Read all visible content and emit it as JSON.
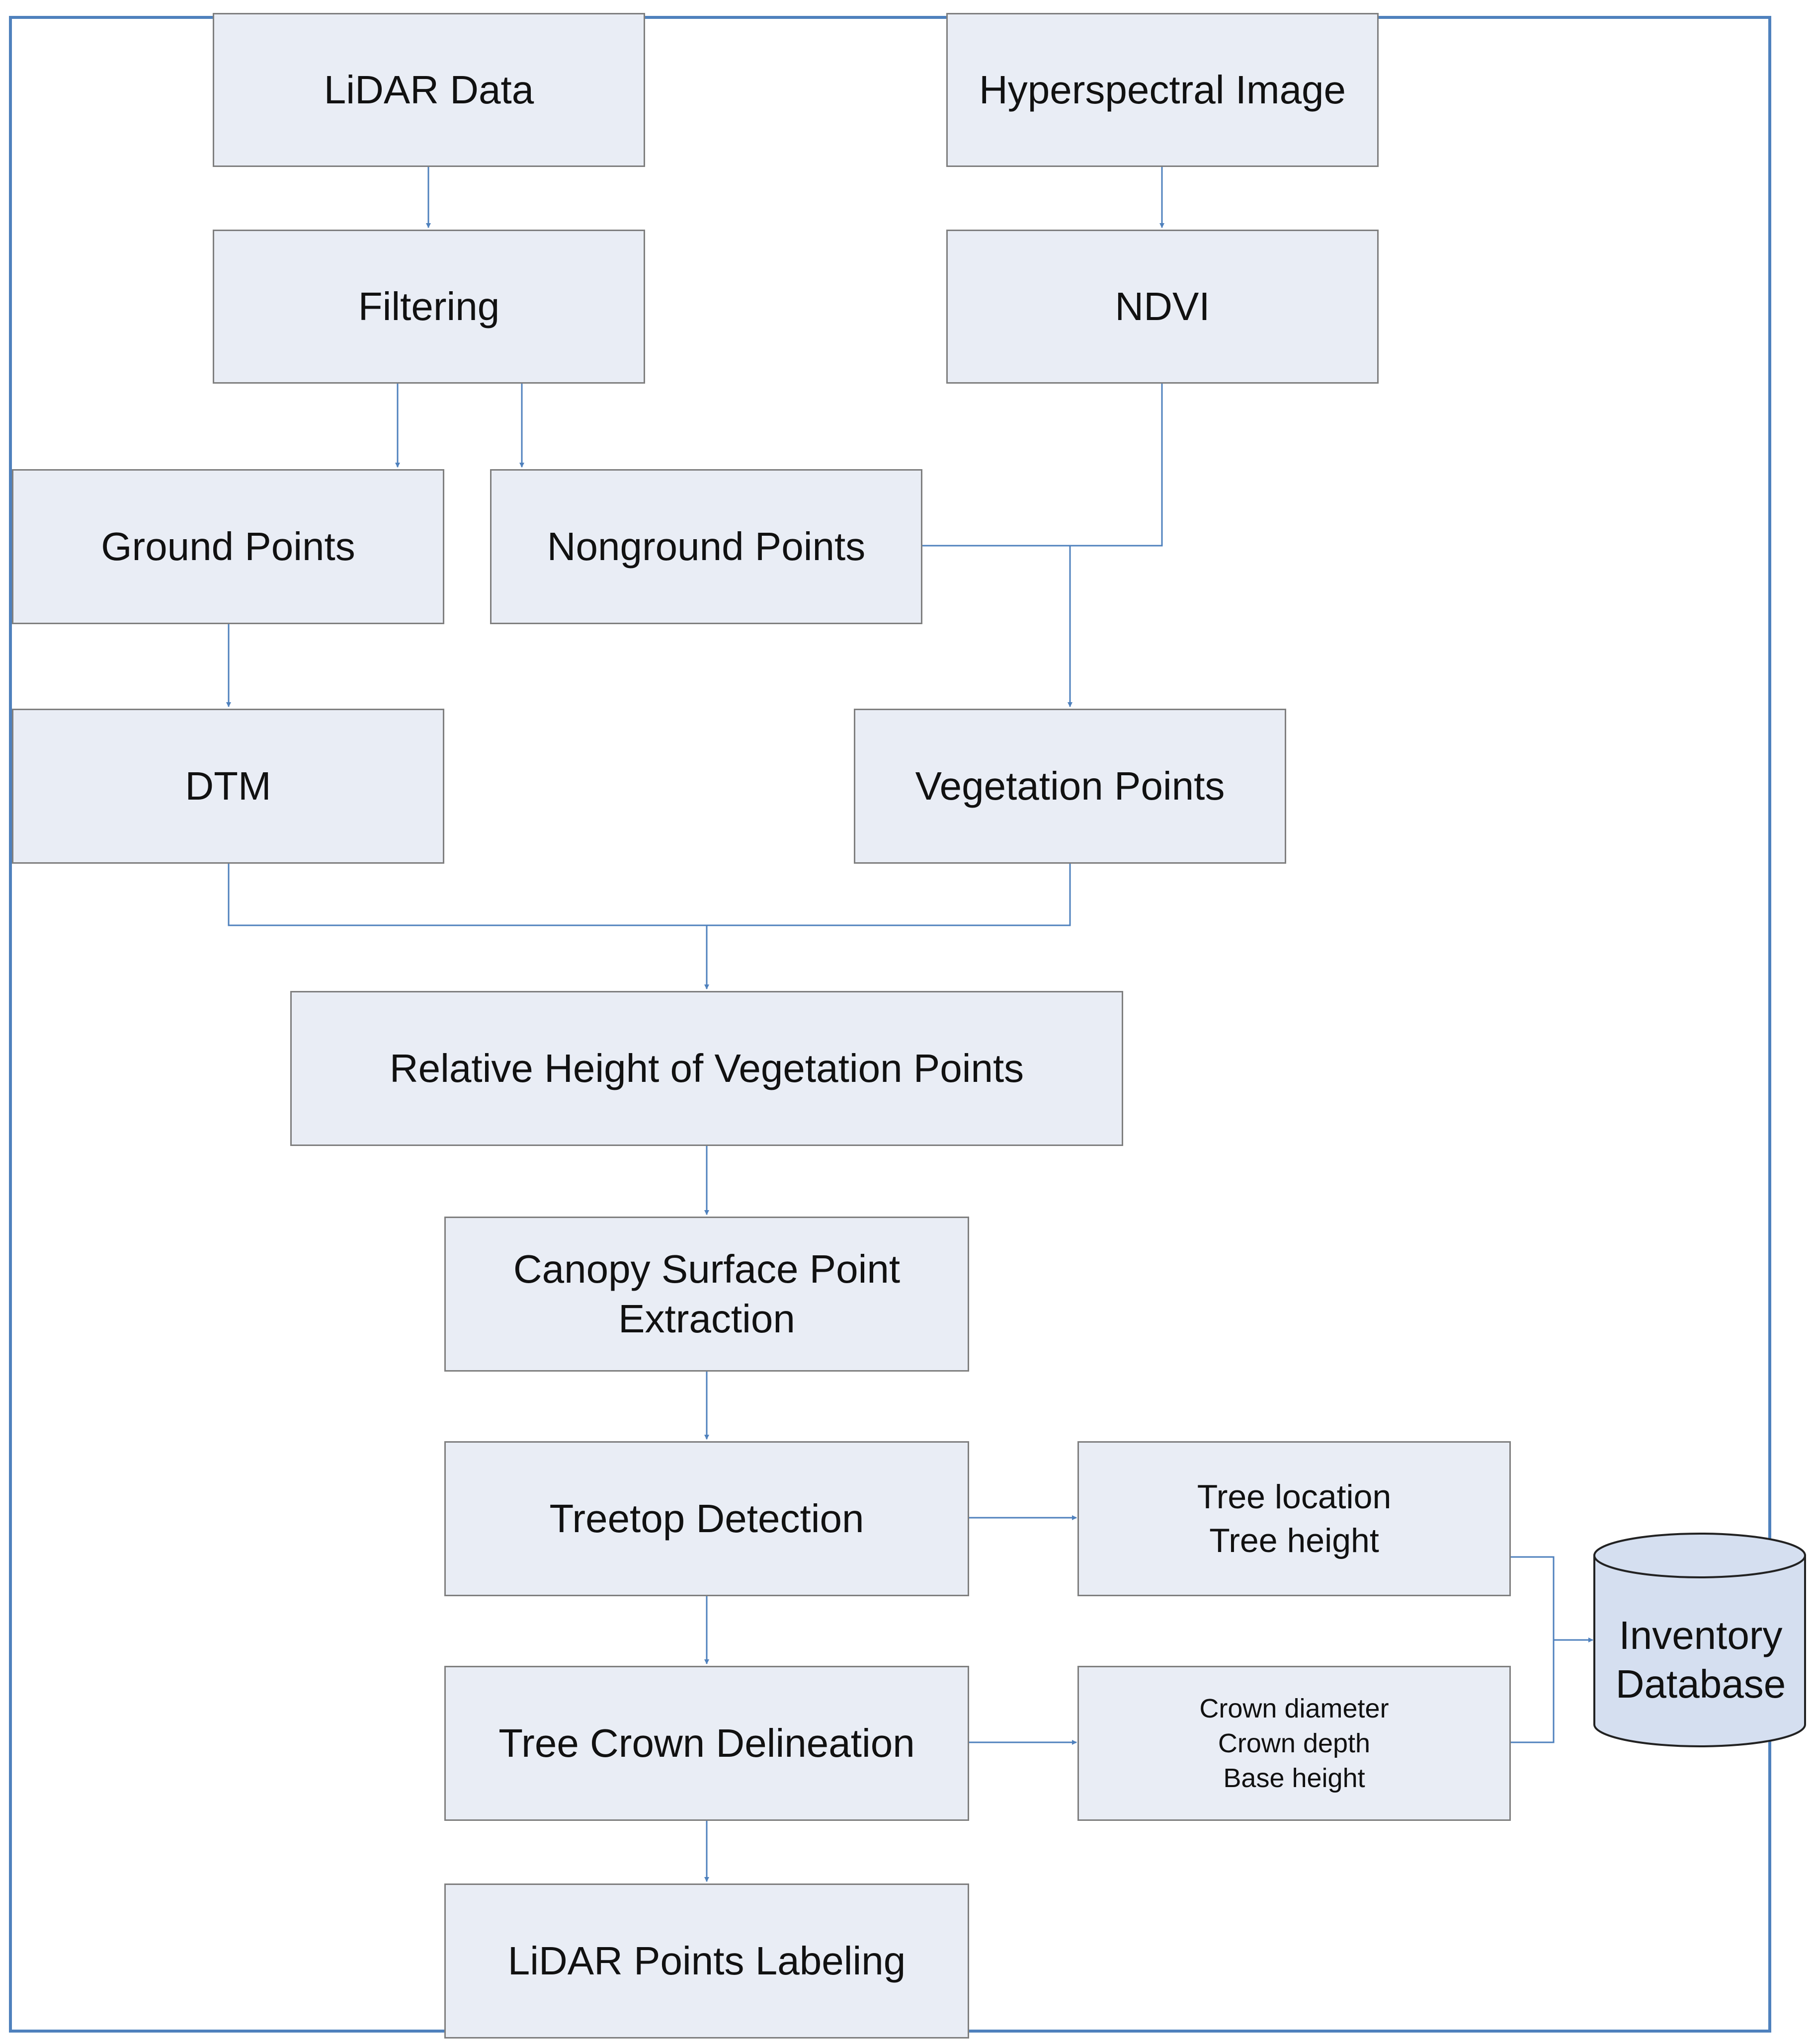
{
  "nodes": {
    "lidar_data": [
      "LiDAR Data"
    ],
    "hyperspectral_image": [
      "Hyperspectral Image"
    ],
    "filtering": [
      "Filtering"
    ],
    "ndvi": [
      "NDVI"
    ],
    "ground_points": [
      "Ground Points"
    ],
    "nonground_points": [
      "Nonground Points"
    ],
    "dtm": [
      "DTM"
    ],
    "vegetation_points": [
      "Vegetation Points"
    ],
    "relative_height": [
      "Relative Height of Vegetation Points"
    ],
    "canopy_surface": [
      "Canopy Surface Point",
      "Extraction"
    ],
    "treetop_detection": [
      "Treetop Detection"
    ],
    "tree_crown_delineation": [
      "Tree Crown Delineation"
    ],
    "lidar_points_labeling": [
      "LiDAR Points Labeling"
    ],
    "tree_location_height": [
      "Tree location",
      "Tree height"
    ],
    "crown_attributes": [
      "Crown diameter",
      "Crown depth",
      "Base height"
    ],
    "inventory_database": [
      "Inventory",
      "Database"
    ]
  },
  "edges": [
    [
      "lidar_data",
      "filtering"
    ],
    [
      "hyperspectral_image",
      "ndvi"
    ],
    [
      "filtering",
      "ground_points"
    ],
    [
      "filtering",
      "nonground_points"
    ],
    [
      "ground_points",
      "dtm"
    ],
    [
      "nonground_points",
      "vegetation_points"
    ],
    [
      "ndvi",
      "vegetation_points"
    ],
    [
      "dtm",
      "relative_height"
    ],
    [
      "vegetation_points",
      "relative_height"
    ],
    [
      "relative_height",
      "canopy_surface"
    ],
    [
      "canopy_surface",
      "treetop_detection"
    ],
    [
      "treetop_detection",
      "tree_crown_delineation"
    ],
    [
      "tree_crown_delineation",
      "lidar_points_labeling"
    ],
    [
      "treetop_detection",
      "tree_location_height"
    ],
    [
      "tree_crown_delineation",
      "crown_attributes"
    ],
    [
      "tree_location_height",
      "inventory_database"
    ],
    [
      "crown_attributes",
      "inventory_database"
    ]
  ],
  "colors": {
    "frame": "#4f81bd",
    "connector": "#4f81bd",
    "node_fill": "#e9edf5",
    "node_border": "#7f7f7f",
    "database_fill": "#d5dff0",
    "database_stroke": "#222222"
  }
}
